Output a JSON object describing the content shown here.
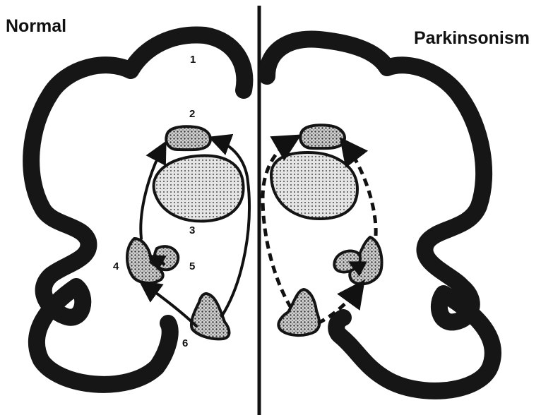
{
  "panels": {
    "left_title": "Normal",
    "right_title": "Parkinsonism"
  },
  "labels": {
    "region_1": "1",
    "region_2": "2",
    "region_3": "3",
    "region_4": "4",
    "region_5": "5",
    "region_6": "6"
  },
  "colors": {
    "ink": "#111111",
    "background": "#ffffff"
  }
}
